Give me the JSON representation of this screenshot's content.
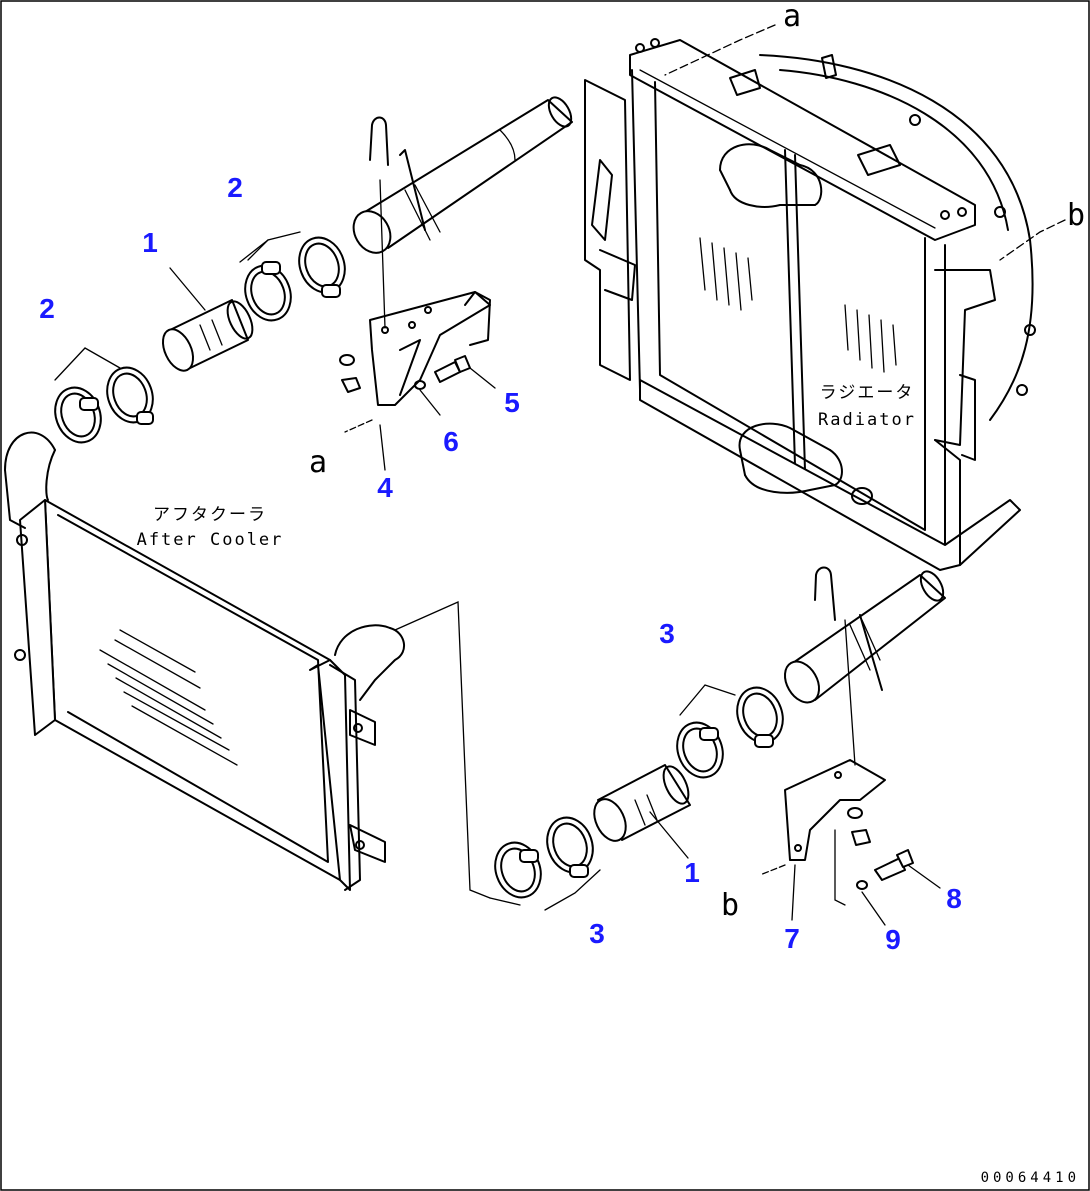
{
  "drawing": {
    "code": "00064410",
    "labels": {
      "radiator_jp": "ラジエータ",
      "radiator_en": "Radiator",
      "aftercooler_jp": "アフタクーラ",
      "aftercooler_en": "After Cooler"
    },
    "refs": [
      "a",
      "a",
      "b",
      "b"
    ],
    "callouts": [
      "1",
      "2",
      "2",
      "4",
      "5",
      "6",
      "3",
      "3",
      "1",
      "7",
      "8",
      "9"
    ]
  }
}
